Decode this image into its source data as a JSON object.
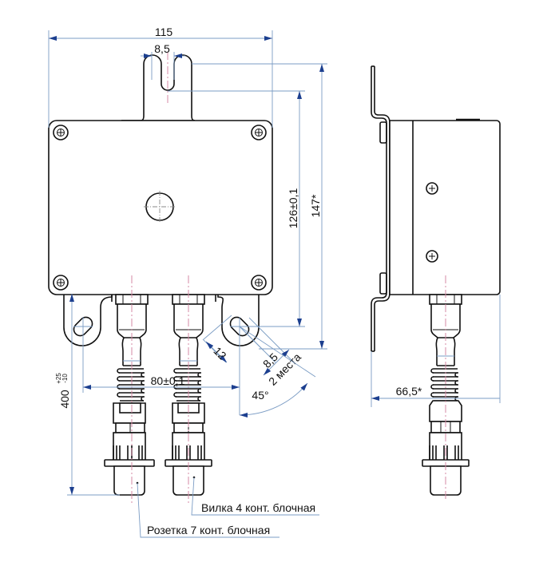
{
  "drawing": {
    "title": "Technical drawing: junction box with connectors (front and side views)",
    "colors": {
      "outline": "#111111",
      "dimension_line": "#7b9cc4",
      "arrow": "#1c3f8f",
      "centerline": "#d58aa4"
    }
  },
  "dimensions": {
    "overall_width": "115",
    "tab_width": "8,5",
    "mount_pitch": "126±0,1",
    "overall_height": "147*",
    "cable_length_main": "400",
    "cable_length_tol_upper": "+25",
    "cable_length_tol_lower": "-10",
    "connector_pitch": "80±0,1",
    "ear_offset": "12",
    "slot_width": "8,5",
    "slot_count": "2 места",
    "angle": "45°",
    "side_depth": "66,5*"
  },
  "callouts": {
    "plug": "Вилка 4 конт. блочная",
    "socket": "Розетка 7 конт. блочная"
  }
}
